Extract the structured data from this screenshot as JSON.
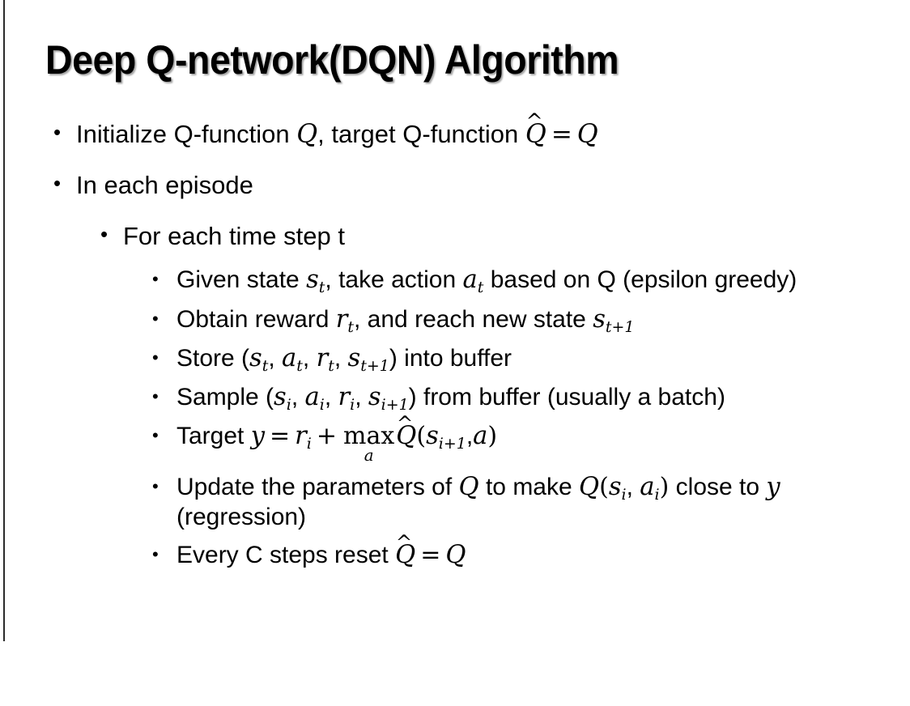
{
  "slide": {
    "title": "Deep Q-network(DQN) Algorithm",
    "bullet_glyph": "•",
    "background_color": "#ffffff",
    "text_color": "#000000",
    "edge_rule_color": "#2b2b2b"
  },
  "content": {
    "level1": [
      {
        "id": "initialize",
        "text": "Initialize Q-function Q, target Q-function Q̂ = Q"
      },
      {
        "id": "in-each-episode",
        "text": "In each episode"
      }
    ],
    "level2": [
      {
        "id": "for-each-time-step",
        "text": "For each time step t"
      }
    ],
    "level3": [
      {
        "id": "given-state",
        "text": "Given state s_t, take action a_t based on Q (epsilon greedy)"
      },
      {
        "id": "obtain-reward",
        "text": "Obtain reward r_t, and reach new state s_{t+1}"
      },
      {
        "id": "store-transition",
        "text": "Store (s_t, a_t, r_t, s_{t+1}) into buffer"
      },
      {
        "id": "sample-batch",
        "text": "Sample (s_i, a_i, r_i, s_{i+1}) from buffer (usually a batch)"
      },
      {
        "id": "target-y",
        "text": "Target y = r_i + max_a Q̂(s_{i+1}, a)"
      },
      {
        "id": "update-parameters",
        "text": "Update the parameters of Q to make Q(s_i, a_i) close to y (regression)"
      },
      {
        "id": "reset-target",
        "text": "Every C steps reset Q̂ = Q"
      }
    ]
  },
  "fragments": {
    "initialize_pre": "Initialize Q-function ",
    "initialize_mid": ", target Q-function ",
    "in_each_episode": "In each episode",
    "for_each_time_step": "For each time step t",
    "given_pre": "Given state ",
    "given_mid": ", take action ",
    "given_post": " based on Q (epsilon greedy)",
    "obtain_pre": "Obtain reward ",
    "obtain_mid": ", and reach new state ",
    "store_pre": "Store (",
    "store_post": ") into buffer",
    "sample_pre": "Sample (",
    "sample_post": ") from buffer (usually a batch)",
    "target_pre": "Target ",
    "update_pre": "Update the parameters of ",
    "update_mid": " to make ",
    "update_post": " close to ",
    "update_tail": " (regression)",
    "every_pre": "Every C steps reset ",
    "sym_Q": "Q",
    "sym_s": "s",
    "sym_a": "a",
    "sym_r": "r",
    "sym_y": "y",
    "sym_t": "t",
    "sym_i": "i",
    "sym_tplus1": "t+1",
    "sym_iplus1": "i+1",
    "sym_hat": "̂",
    "sym_hat_mark": "^",
    "op_max": "max",
    "op_equals": "=",
    "op_plus": "+",
    "comma": ",",
    "lparen": "(",
    "rparen": ")"
  }
}
